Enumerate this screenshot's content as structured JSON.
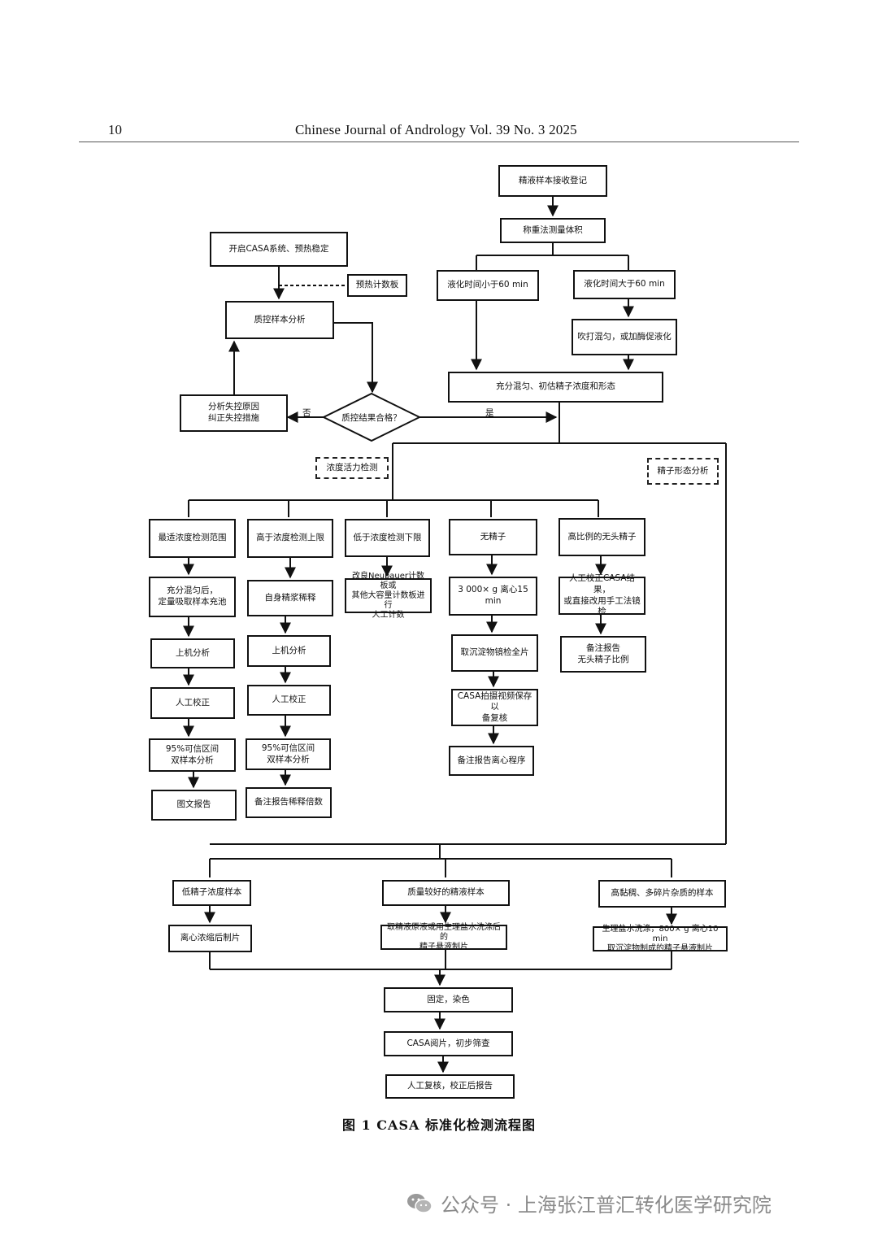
{
  "header": {
    "page_number": "10",
    "journal": "Chinese Journal of Andrology Vol. 39 No. 3 2025"
  },
  "figure": {
    "caption": "图 1   CASA 标准化检测流程图"
  },
  "nodes": {
    "receive": "精液样本接收登记",
    "weigh": "称重法测量体积",
    "liq_lt60": "液化时间小于60 min",
    "liq_gt60": "液化时间大于60 min",
    "pipette": "吹打混匀，或加酶促液化",
    "mix_estimate": "充分混匀、初估精子浓度和形态",
    "casa_start": "开启CASA系统、预热稳定",
    "preheat_board": "预热计数板",
    "qc_sample": "质控样本分析",
    "qc_decision": "质控结果合格？",
    "qc_correct": "分析失控原因\n纠正失控措施",
    "conc_motility": "浓度活力检测",
    "morphology": "精子形态分析",
    "c1_opt": "最适浓度检测范围",
    "c1_mix": "充分混匀后，\n定量吸取样本充池",
    "c1_run": "上机分析",
    "c1_manual": "人工校正",
    "c1_ci": "95%可信区间\n双样本分析",
    "c1_report": "图文报告",
    "c2_high": "高于浓度检测上限",
    "c2_dilute": "自身精浆稀释",
    "c2_run": "上机分析",
    "c2_manual": "人工校正",
    "c2_ci": "95%可信区间\n双样本分析",
    "c2_note": "备注报告稀释倍数",
    "c3_low": "低于浓度检测下限",
    "c3_neubauer": "改良Neubauer计数板或\n其他大容量计数板进行\n人工计数",
    "c4_azoo": "无精子",
    "c4_centrifuge": "3 000× g 离心15 min",
    "c4_pellet": "取沉淀物镜检全片",
    "c4_video": "CASA拍摄视频保存以\n备复核",
    "c4_note": "备注报告离心程序",
    "c5_headless": "高比例的无头精子",
    "c5_correct": "人工校正CASA结果，\n或直接改用手工法镜检",
    "c5_note": "备注报告\n无头精子比例",
    "m1_low": "低精子浓度样本",
    "m1_smear": "离心浓缩后制片",
    "m2_good": "质量较好的精液样本",
    "m2_smear": "取精液原液或用生理盐水洗涤后的\n精子悬液制片",
    "m3_viscous": "高黏稠、多碎片杂质的样本",
    "m3_smear": "生理盐水洗涤，800× g 离心10 min\n取沉淀物制成的精子悬液制片",
    "fix_stain": "固定，染色",
    "casa_read": "CASA阅片，初步筛查",
    "manual_review": "人工复核，校正后报告"
  },
  "edge_labels": {
    "no": "否",
    "yes": "是"
  },
  "watermark": {
    "text": "公众号 · 上海张江普汇转化医学研究院",
    "icon": "wechat-icon"
  }
}
